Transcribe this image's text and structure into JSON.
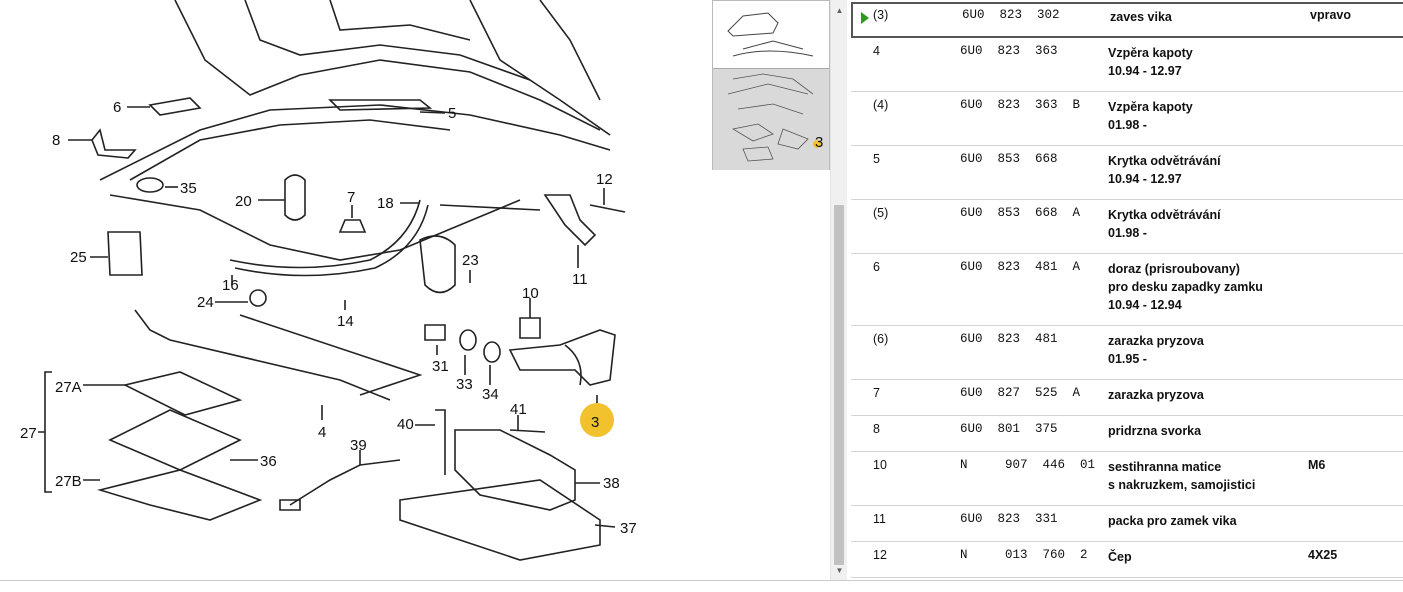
{
  "diagram": {
    "callouts": [
      "6",
      "5",
      "8",
      "35",
      "20",
      "7",
      "18",
      "12",
      "25",
      "23",
      "11",
      "24",
      "16",
      "14",
      "10",
      "31",
      "33",
      "34",
      "27A",
      "3",
      "27",
      "40",
      "41",
      "39",
      "36",
      "27B",
      "38",
      "37",
      "4"
    ],
    "highlight_color": "#f2c12e"
  },
  "thumbnails": {
    "highlight_label": "3"
  },
  "scrollbar": {
    "up_icon": "▲",
    "down_icon": "▼"
  },
  "parts": [
    {
      "pos": "(3)",
      "part": "6U0  823  302",
      "desc": [
        "zaves vika"
      ],
      "extra": "vpravo",
      "selected": true
    },
    {
      "pos": "4",
      "part": "6U0  823  363",
      "desc": [
        "Vzpěra kapoty",
        "10.94 - 12.97"
      ],
      "extra": ""
    },
    {
      "pos": "(4)",
      "part": "6U0  823  363  B",
      "desc": [
        "Vzpěra kapoty",
        "01.98 -"
      ],
      "extra": ""
    },
    {
      "pos": "5",
      "part": "6U0  853  668",
      "desc": [
        "Krytka odvětrávání",
        "10.94 - 12.97"
      ],
      "extra": ""
    },
    {
      "pos": "(5)",
      "part": "6U0  853  668  A",
      "desc": [
        "Krytka odvětrávání",
        "01.98 -"
      ],
      "extra": ""
    },
    {
      "pos": "6",
      "part": "6U0  823  481  A",
      "desc": [
        "doraz (prisroubovany)",
        "pro desku zapadky zamku",
        "10.94 - 12.94"
      ],
      "extra": ""
    },
    {
      "pos": "(6)",
      "part": "6U0  823  481",
      "desc": [
        "zarazka pryzova",
        "01.95 -"
      ],
      "extra": ""
    },
    {
      "pos": "7",
      "part": "6U0  827  525  A",
      "desc": [
        "zarazka pryzova"
      ],
      "extra": ""
    },
    {
      "pos": "8",
      "part": "6U0  801  375",
      "desc": [
        "pridrzna svorka"
      ],
      "extra": ""
    },
    {
      "pos": "10",
      "part": "N     907  446  01",
      "desc": [
        "sestihranna matice",
        "s nakruzkem, samojistici"
      ],
      "extra": "M6"
    },
    {
      "pos": "11",
      "part": "6U0  823  331",
      "desc": [
        "packa pro zamek vika"
      ],
      "extra": ""
    },
    {
      "pos": "12",
      "part": "N     013  760  2",
      "desc": [
        "Čep"
      ],
      "extra": "4X25"
    }
  ]
}
